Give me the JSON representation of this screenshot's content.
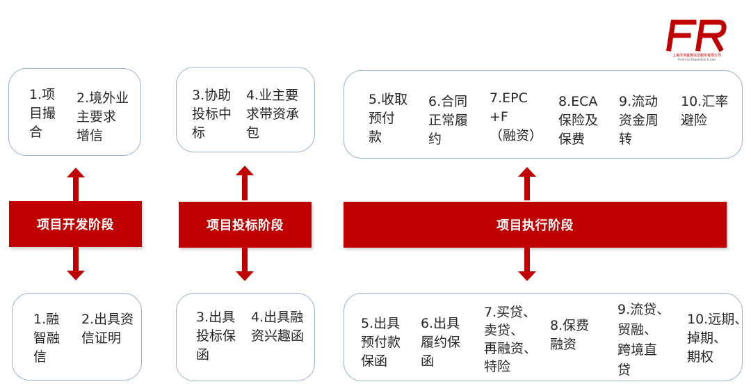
{
  "logo": {
    "mark": "FR",
    "name_cn": "上海法询金融信息服务有限公司",
    "name_en": "Financial Regulation & Law",
    "color": "#c00000"
  },
  "colors": {
    "bar": "#c00000",
    "box_border": "#9fb3cc"
  },
  "stages": [
    {
      "label": "项目开发阶段"
    },
    {
      "label": "项目投标阶段"
    },
    {
      "label": "项目执行阶段"
    }
  ],
  "top_items": [
    "1.项\n目撮\n合",
    "2.境外业\n主要求\n增信",
    "3.协助\n投标中\n标",
    "4.业主要\n求带资承\n包",
    "5.收取\n预付\n款",
    "6.合同\n正常履\n约",
    "7.EPC\n+F\n（融资）",
    "8.ECA\n保险及\n保费",
    "9.流动\n资金周\n转",
    "10.汇率\n避险"
  ],
  "bottom_items": [
    "1.融\n智融\n信",
    "2.出具资\n信证明",
    "3.出具\n投标保\n函",
    "4.出具融\n资兴趣函",
    "5.出具\n预付款\n保函",
    "6.出具\n履约保\n函",
    "7.买贷、\n卖贷、\n再融资、\n特险",
    "8.保费\n融资",
    "9.流贷、\n贸融、\n跨境直\n贷",
    "10.远期、\n掉期、\n期权"
  ]
}
